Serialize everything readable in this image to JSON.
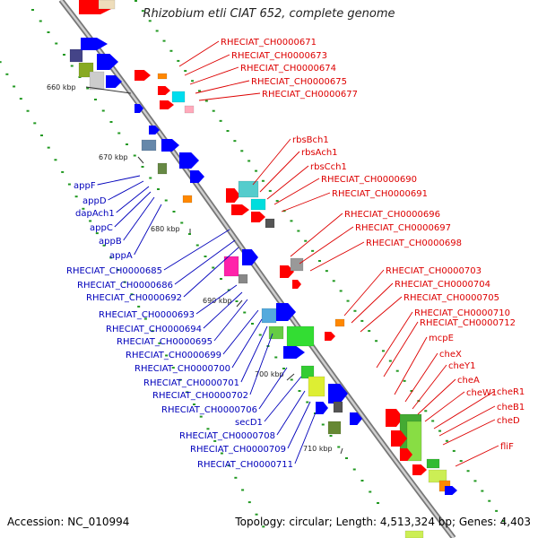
{
  "title": "Rhizobium etli CIAT 652, complete genome",
  "footer": {
    "accession": "Accession: NC_010994",
    "topology": "Topology: circular; Length: 4,513,324 bp; Genes: 4,403"
  },
  "colors": {
    "forward_label": "#dd0000",
    "reverse_label": "#0000bb",
    "forward_gene": "#ff0000",
    "reverse_gene": "#0000ff",
    "backbone": "#999999",
    "dots": "#229922"
  },
  "ticks": [
    "660 kbp",
    "670 kbp",
    "680 kbp",
    "690 kbp",
    "700 kbp",
    "710 kbp"
  ],
  "forward_labels": [
    "RHECIAT_CH0000671",
    "RHECIAT_CH0000673",
    "RHECIAT_CH0000674",
    "RHECIAT_CH0000675",
    "RHECIAT_CH0000677",
    "rbsBch1",
    "rbsAch1",
    "rbsCch1",
    "RHECIAT_CH0000690",
    "RHECIAT_CH0000691",
    "RHECIAT_CH0000696",
    "RHECIAT_CH0000697",
    "RHECIAT_CH0000698",
    "RHECIAT_CH0000703",
    "RHECIAT_CH0000704",
    "RHECIAT_CH0000705",
    "RHECIAT_CH0000710",
    "RHECIAT_CH0000712",
    "mcpE",
    "cheX",
    "cheY1",
    "cheA",
    "cheW1",
    "cheR1",
    "cheB1",
    "cheD",
    "fliF"
  ],
  "reverse_labels": [
    "appF",
    "appD",
    "dapAch1",
    "appC",
    "appB",
    "appA",
    "RHECIAT_CH0000685",
    "RHECIAT_CH0000686",
    "RHECIAT_CH0000692",
    "RHECIAT_CH0000693",
    "RHECIAT_CH0000694",
    "RHECIAT_CH0000695",
    "RHECIAT_CH0000699",
    "RHECIAT_CH0000700",
    "RHECIAT_CH0000701",
    "RHECIAT_CH0000702",
    "RHECIAT_CH0000706",
    "secD1",
    "RHECIAT_CH0000708",
    "RHECIAT_CH0000709",
    "RHECIAT_CH0000711"
  ]
}
